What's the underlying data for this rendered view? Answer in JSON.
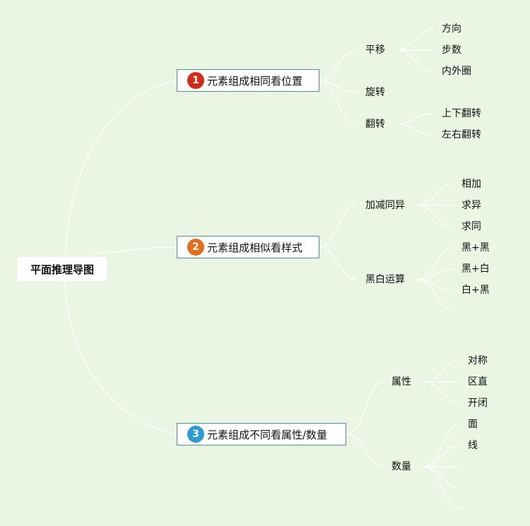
{
  "root": {
    "label": "平面推理导图"
  },
  "branches": [
    {
      "number": "1",
      "badge_color": "#d42a19",
      "label": "元素组成相同看位置",
      "groups": [
        {
          "label": "平移",
          "items": [
            "方向",
            "步数",
            "内外圈"
          ]
        },
        {
          "label": "旋转",
          "items": []
        },
        {
          "label": "翻转",
          "items": [
            "上下翻转",
            "左右翻转"
          ]
        }
      ]
    },
    {
      "number": "2",
      "badge_color": "#e56d1c",
      "label": "元素组成相似看样式",
      "groups": [
        {
          "label": "加减同异",
          "items": [
            "相加",
            "求异",
            "求同"
          ]
        },
        {
          "label": "黑白运算",
          "items": [
            "黑+黑",
            "黑+白",
            "白+黑"
          ]
        }
      ]
    },
    {
      "number": "3",
      "badge_color": "#2b9ad8",
      "label": "元素组成不同看属性/数量",
      "groups": [
        {
          "label": "属性",
          "items": [
            "对称",
            "区直",
            "开闭"
          ]
        },
        {
          "label": "数量",
          "items": [
            "面",
            "线"
          ]
        }
      ]
    }
  ],
  "colors": {
    "background": "#eaf5e4",
    "connector": "#ffffff",
    "branch_border": "#4f8f8c"
  }
}
